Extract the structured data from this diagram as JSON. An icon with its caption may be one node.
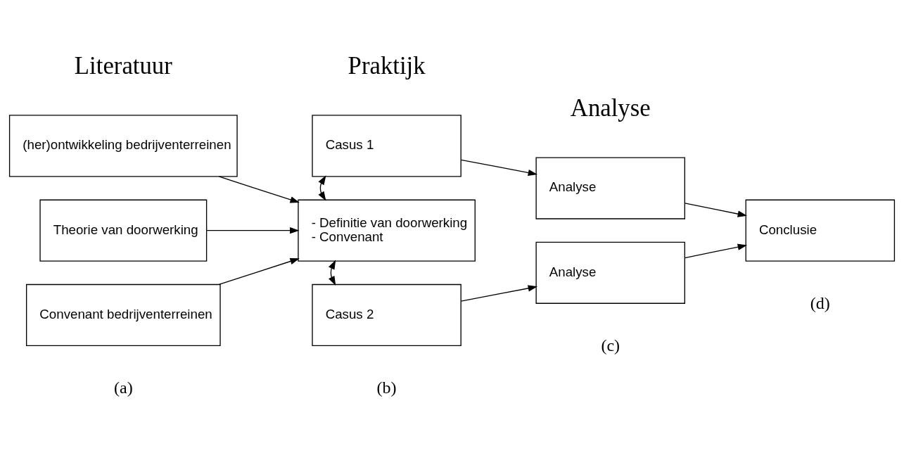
{
  "diagram": {
    "nodes": [
      {
        "text": [
          "(her)ontwikkeling bedrijventerreinen"
        ]
      },
      {
        "text": [
          "Theorie van doorwerking"
        ]
      },
      {
        "text": [
          "Convenant bedrijventerreinen"
        ]
      },
      {
        "text": [
          "Casus 1"
        ]
      },
      {
        "text": [
          "- Definitie van doorwerking",
          "- Convenant"
        ]
      },
      {
        "text": [
          "Casus 2"
        ]
      },
      {
        "text": [
          "Analyse"
        ]
      },
      {
        "text": [
          "Analyse"
        ]
      },
      {
        "text": [
          "Conclusie"
        ]
      }
    ],
    "edges": [
      {
        "from": 0,
        "to": 4,
        "arrow": "to"
      },
      {
        "from": 1,
        "to": 4,
        "arrow": "to"
      },
      {
        "from": 2,
        "to": 4,
        "arrow": "to"
      },
      {
        "from": 3,
        "to": 4,
        "arrow": "both"
      },
      {
        "from": 3,
        "to": 6,
        "arrow": "to"
      },
      {
        "from": 4,
        "to": 5,
        "arrow": "both"
      },
      {
        "from": 5,
        "to": 7,
        "arrow": "to"
      },
      {
        "from": 6,
        "to": 8,
        "arrow": "to"
      },
      {
        "from": 7,
        "to": 8,
        "arrow": "to"
      }
    ],
    "labels": [
      "Literatuur",
      "Praktijk",
      "Analyse",
      "(a)",
      "(b)",
      "(c)",
      "(d)"
    ]
  }
}
